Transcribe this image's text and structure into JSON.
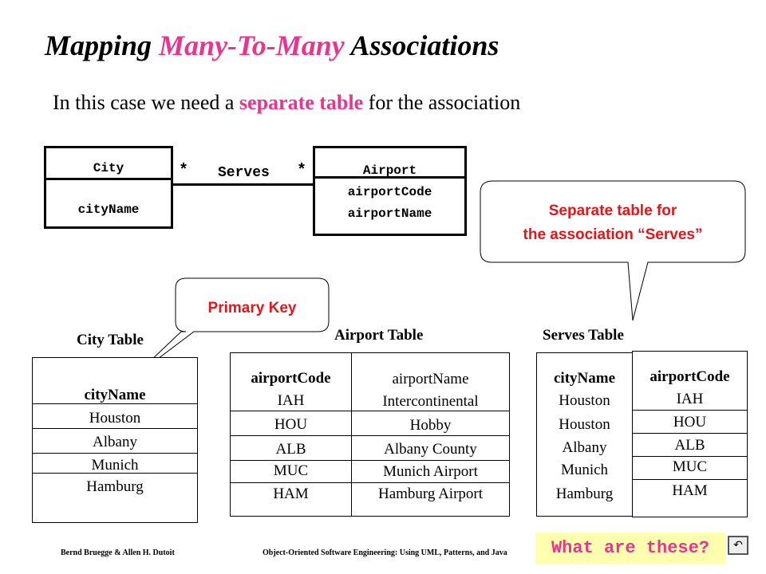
{
  "slide": {
    "title_part1": "Mapping ",
    "title_highlight": "Many-To-Many",
    "title_part2": " Associations",
    "subtitle_part1": "In  this case we need a ",
    "subtitle_highlight": "separate table",
    "subtitle_part2": " for the association"
  },
  "uml": {
    "city": {
      "name": "City",
      "attr": "cityName"
    },
    "airport": {
      "name": "Airport",
      "attrs": [
        "airportCode",
        "airportName"
      ]
    },
    "association": {
      "label": "Serves",
      "mult_left": "*",
      "mult_right": "*"
    }
  },
  "callouts": {
    "separate_line1": "Separate table for",
    "separate_line2": "the association “Serves”",
    "primary_key": "Primary Key"
  },
  "city_table": {
    "title": "City Table",
    "header": "cityName",
    "rows": [
      "Houston",
      "Albany",
      "Munich",
      "Hamburg"
    ]
  },
  "airport_table": {
    "title": "Airport Table",
    "headers": [
      "airportCode",
      "airportName"
    ],
    "codes": [
      "IAH",
      "HOU",
      "ALB",
      "MUC",
      "HAM"
    ],
    "names": [
      "Intercontinental",
      "Hobby",
      "Albany County",
      "Munich Airport",
      "Hamburg Airport"
    ]
  },
  "serves_table": {
    "title": "Serves Table",
    "headers": [
      "cityName",
      "airportCode"
    ],
    "cities": [
      "Houston",
      "Houston",
      "Albany",
      "Munich",
      "Hamburg"
    ],
    "codes": [
      "IAH",
      "HOU",
      "ALB",
      "MUC",
      "HAM"
    ]
  },
  "footer": {
    "authors": "Bernd Bruegge & Allen H. Dutoit",
    "book": "Object-Oriented Software Engineering: Using UML, Patterns, and Java",
    "what_label": "What are these?",
    "return_icon": "return-arrow-icon"
  },
  "colors": {
    "highlight": "#e8358f",
    "callout_text": "#e3161b",
    "note_bg": "#ffffb0"
  }
}
